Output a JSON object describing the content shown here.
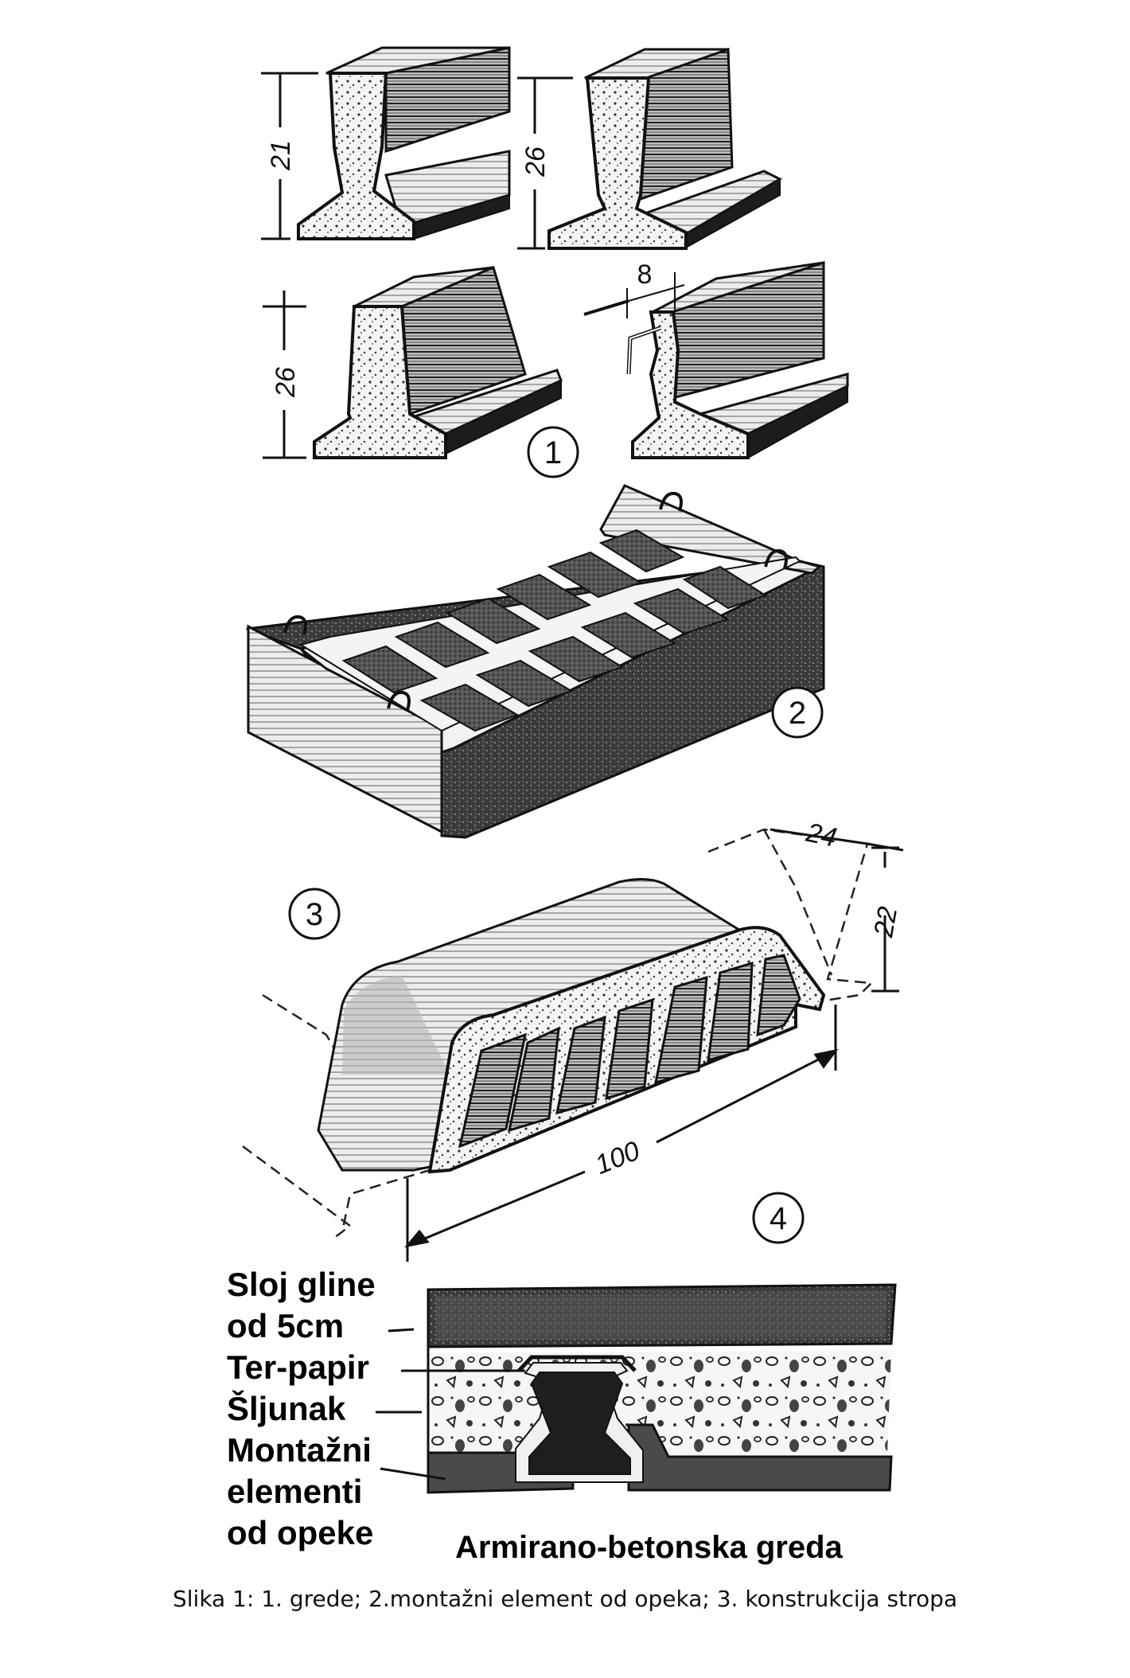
{
  "dimensions": {
    "beam1_height": "21",
    "beam2_height": "26",
    "beam3_height": "26",
    "beam4_width": "8",
    "block_width": "24",
    "block_height": "22",
    "block_length": "100"
  },
  "markers": [
    "1",
    "2",
    "3",
    "4"
  ],
  "labels": {
    "clay_layer_line1": "Sloj gline",
    "clay_layer_line2": "od 5cm",
    "tar_paper": "Ter-papir",
    "gravel": "Šljunak",
    "brick_elements_line1": "Montažni",
    "brick_elements_line2": "elementi",
    "brick_elements_line3": "od opeke",
    "rc_beam": "Armirano-betonska greda"
  },
  "caption": "Slika 1: 1. grede; 2.montažni element od opeka; 3. konstrukcija stropa"
}
